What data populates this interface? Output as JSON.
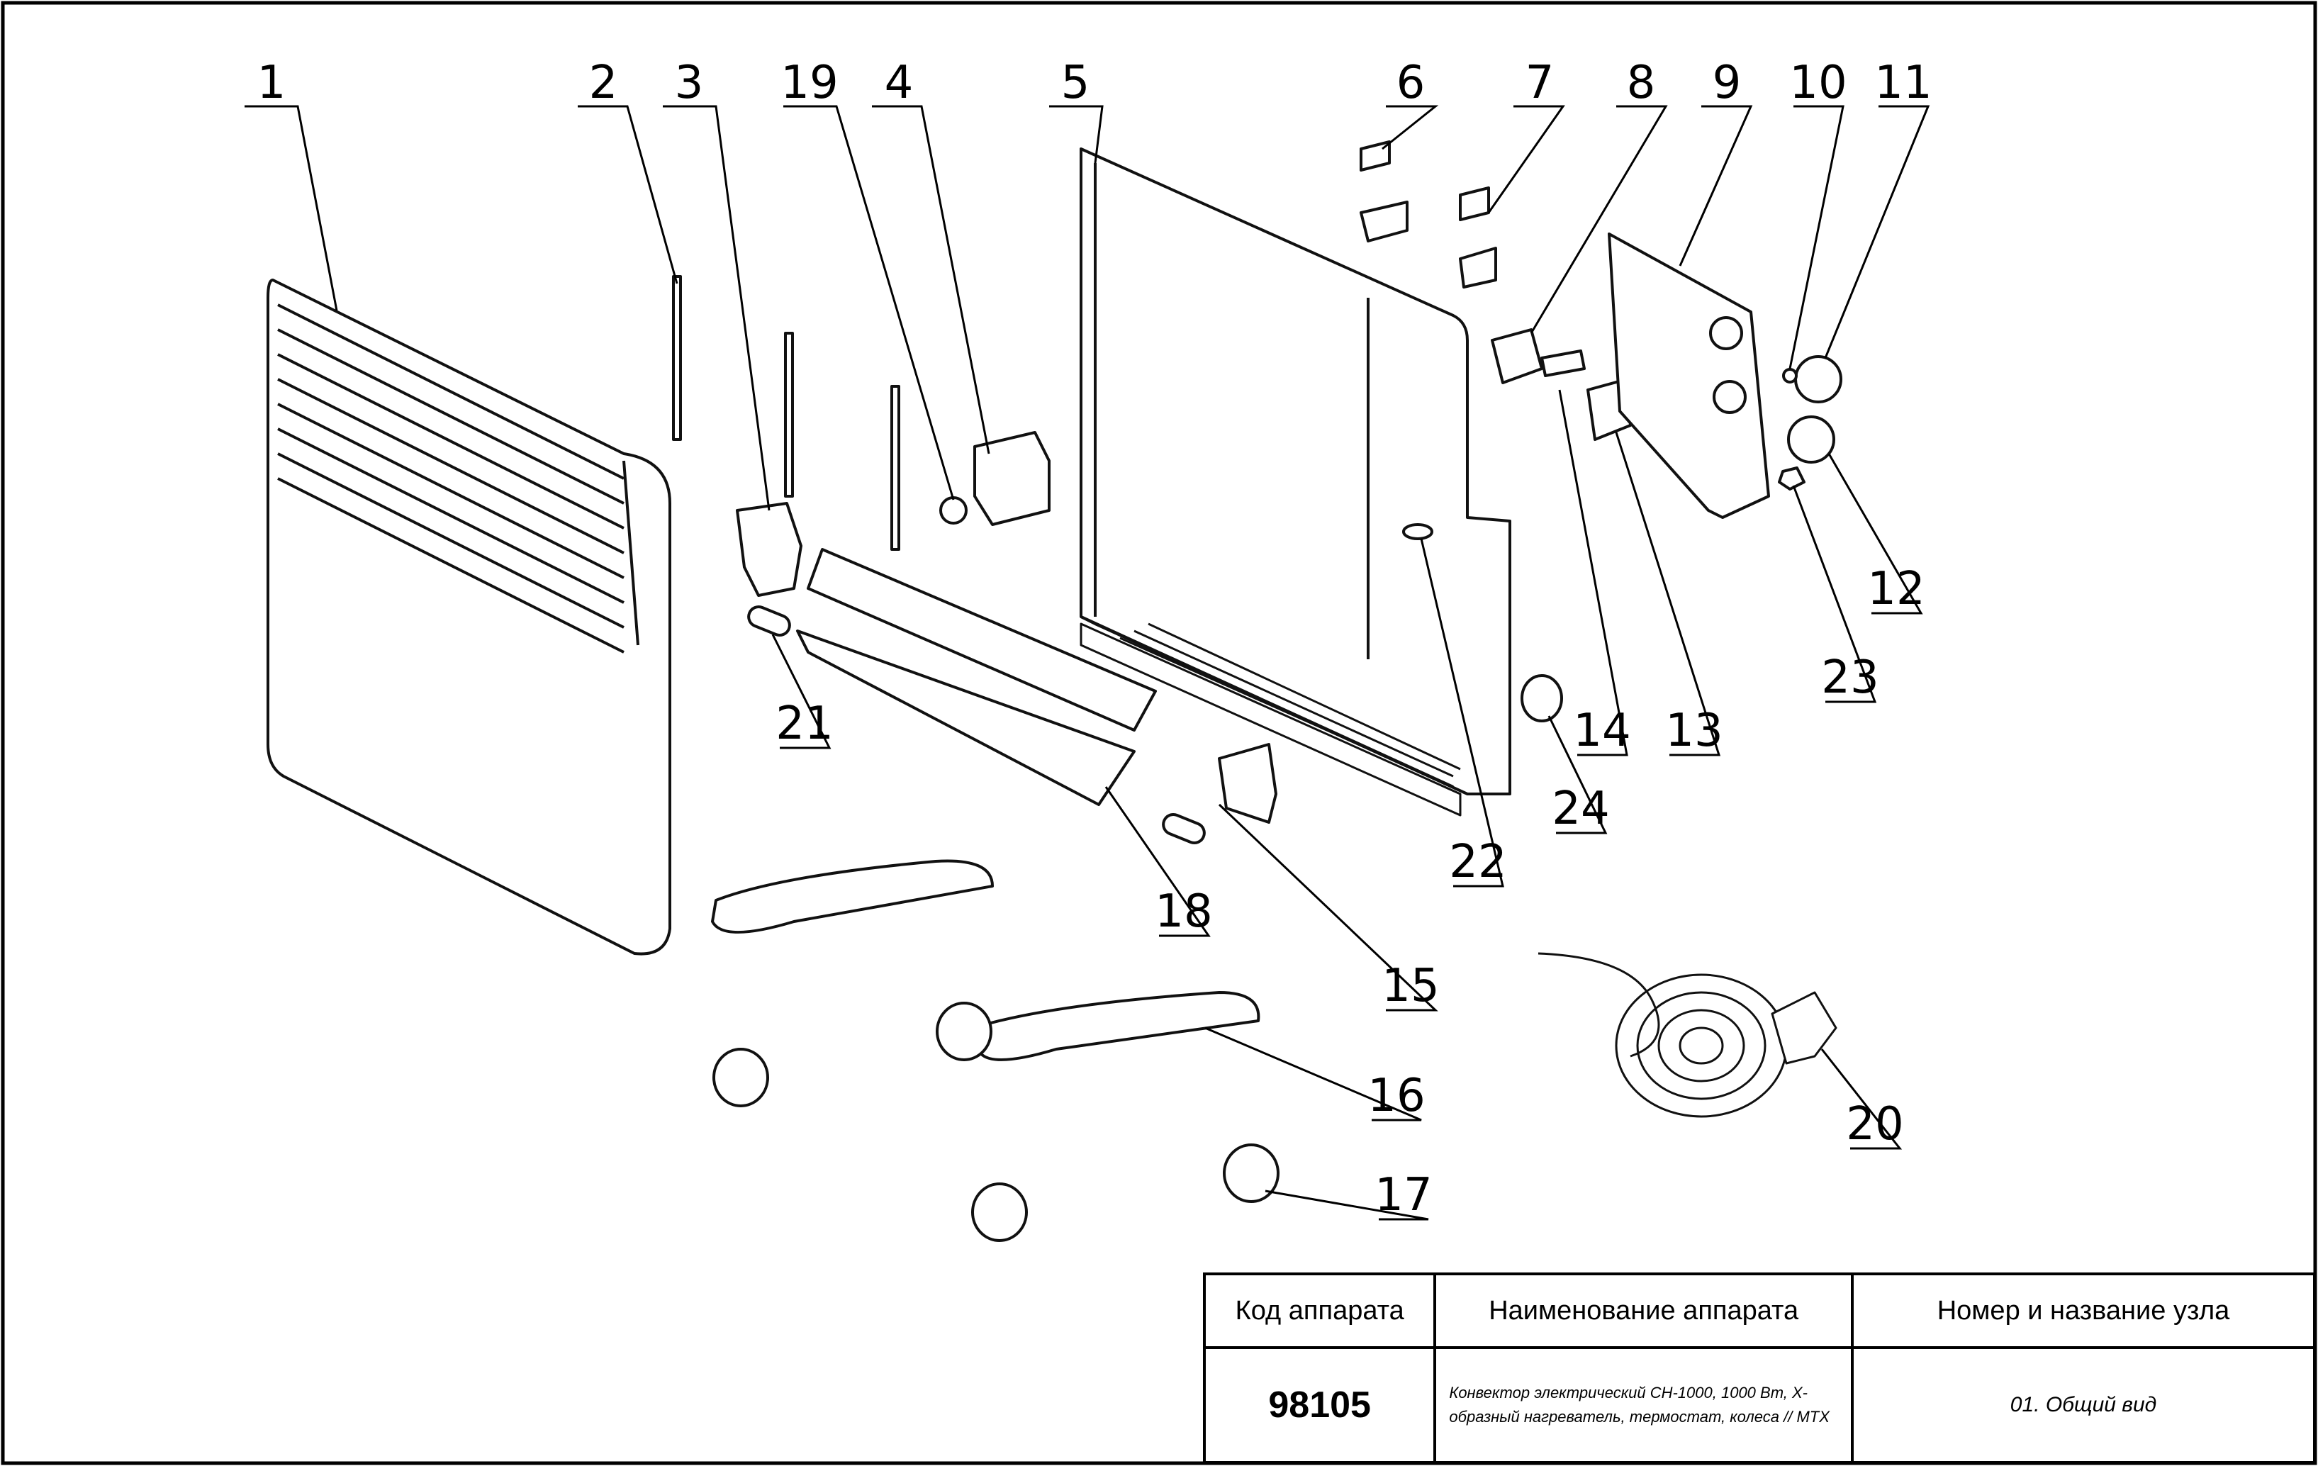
{
  "callouts": [
    "1",
    "2",
    "3",
    "19",
    "4",
    "5",
    "6",
    "7",
    "8",
    "9",
    "10",
    "11",
    "12",
    "23",
    "14",
    "13",
    "24",
    "21",
    "22",
    "18",
    "15",
    "16",
    "17",
    "20"
  ],
  "title_block": {
    "headers": {
      "code": "Код аппарата",
      "name": "Наименование аппарата",
      "node": "Номер и название узла"
    },
    "code_value": "98105",
    "name_value": "Конвектор электрический CH-1000, 1000 Вт, X-образный нагреватель, термостат, колеса // MTX",
    "node_value": "01. Общий вид"
  }
}
